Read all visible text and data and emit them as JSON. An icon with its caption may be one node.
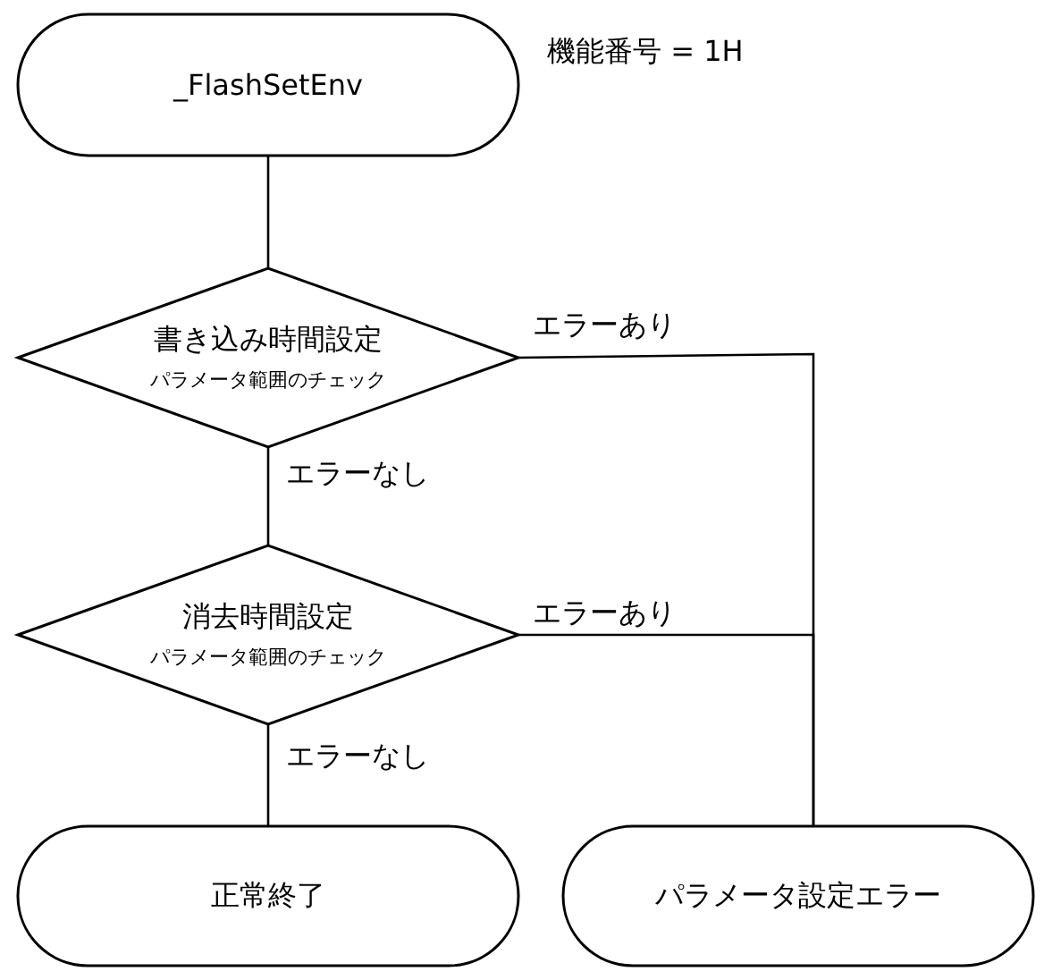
{
  "diagram": {
    "nodes": [
      {
        "text": [
          "_FlashSetEnv"
        ],
        "beside": [
          "機能番号 = 1H"
        ]
      },
      {
        "text": [
          "書き込み時間設定",
          "パラメータ範囲のチェック"
        ]
      },
      {
        "text": [
          "消去時間設定",
          "パラメータ範囲のチェック"
        ]
      },
      {
        "text": [
          "正常終了"
        ]
      },
      {
        "text": [
          "パラメータ設定エラー"
        ]
      }
    ],
    "edges": [
      {
        "from": 0,
        "to": 1,
        "arrow": "none"
      },
      {
        "from": 1,
        "to": 2,
        "arrow": "none",
        "label": "エラーなし"
      },
      {
        "from": 1,
        "to": 4,
        "arrow": "none",
        "label": "エラーあり"
      },
      {
        "from": 2,
        "to": 4,
        "arrow": "none",
        "label": "エラーあり"
      },
      {
        "from": 2,
        "to": 3,
        "arrow": "none",
        "label": "エラーなし"
      }
    ]
  }
}
